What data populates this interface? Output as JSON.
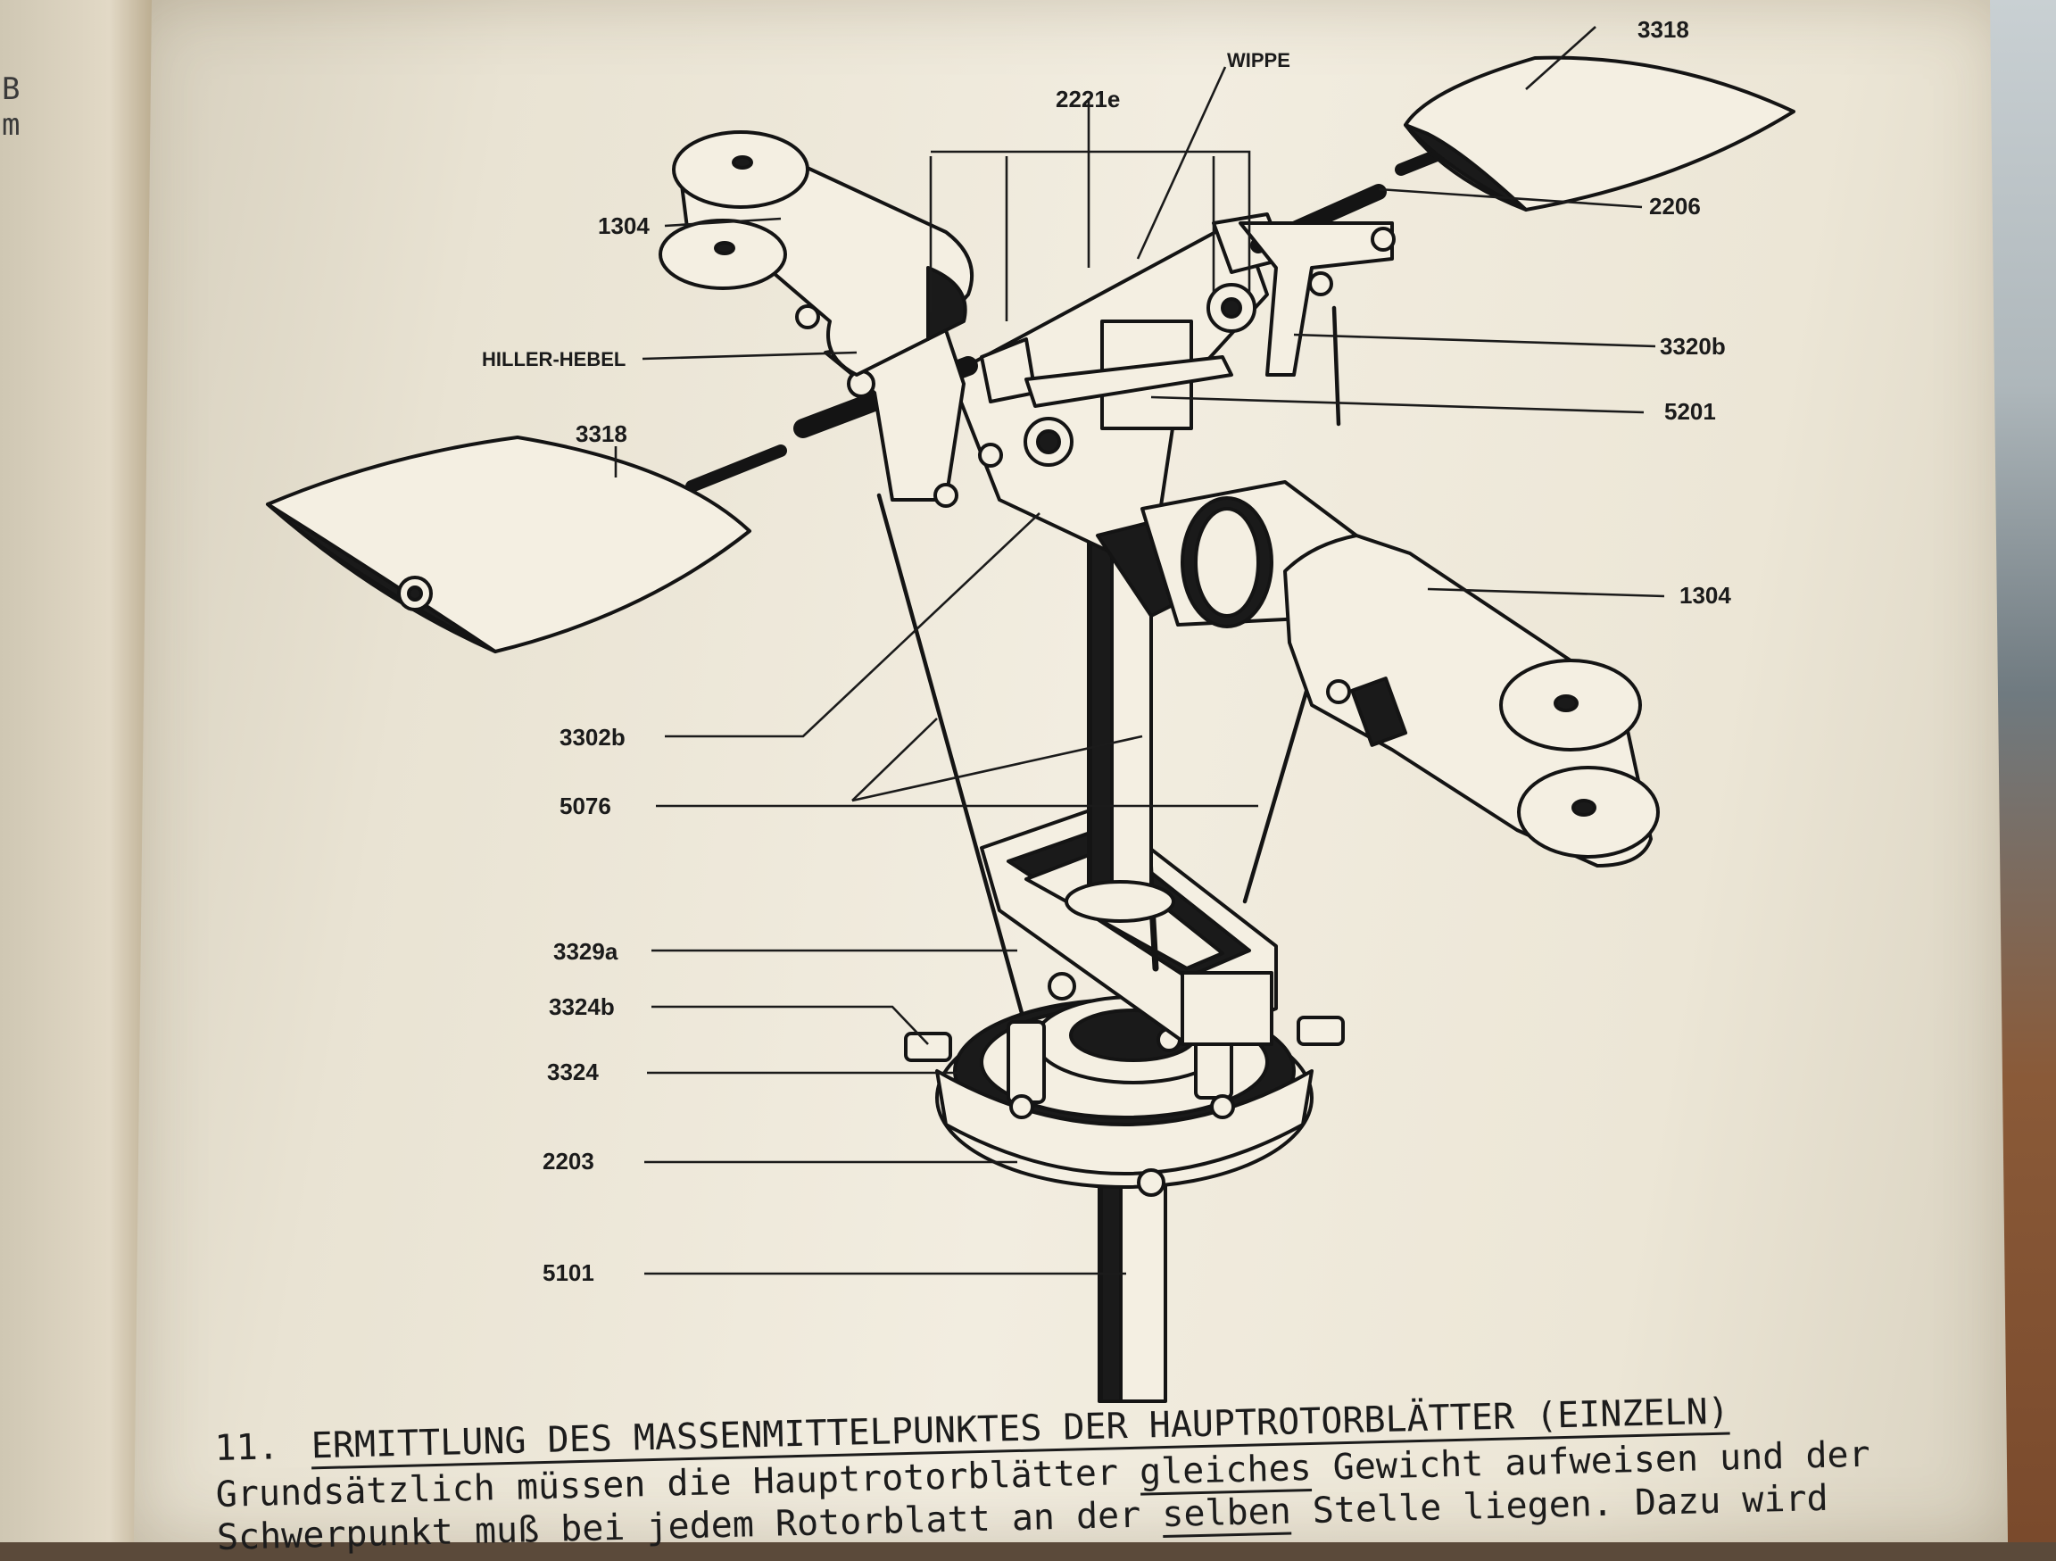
{
  "left_page": {
    "glyphs": "B\nm"
  },
  "diagram": {
    "labels": {
      "wippe": "WIPPE",
      "p2221e": "2221e",
      "p3318_top": "3318",
      "p2206": "2206",
      "p1304_top": "1304",
      "hiller": "HILLER-HEBEL",
      "p3320b": "3320b",
      "p5201": "5201",
      "p3318_left": "3318",
      "p1304_right": "1304",
      "p3302b": "3302b",
      "p5076": "5076",
      "p3329a": "3329a",
      "p3324b": "3324b",
      "p3324": "3324",
      "p2203": "2203",
      "p5101": "5101"
    }
  },
  "footer": {
    "section_number": "11.",
    "section_heading": "ERMITTLUNG DES MASSENMITTELPUNKTES DER HAUPTROTORBLÄTTER (EINZELN)",
    "body_line_1_a": "Grundsätzlich müssen die Hauptrotorblätter ",
    "body_line_1_b": "gleiches",
    "body_line_1_c": " Gewicht aufweisen und der",
    "body_line_2_a": "Schwerpunkt muß bei jedem Rotorblatt an der ",
    "body_line_2_b": "selben",
    "body_line_2_c": " Stelle liegen. Dazu wird"
  }
}
